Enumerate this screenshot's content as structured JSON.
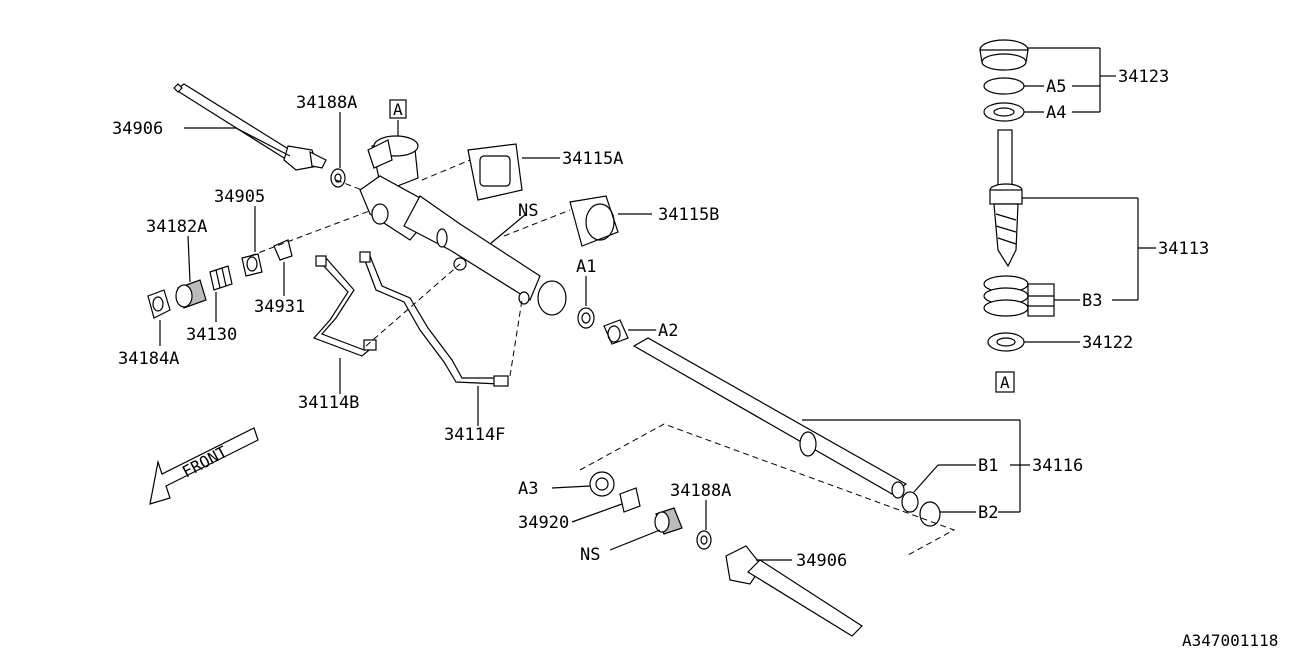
{
  "diagram_code": "A347001118",
  "front_label": "FRONT",
  "view_marker": "A",
  "labels": {
    "p34906_top": "34906",
    "p34188A_top": "34188A",
    "p34115A": "34115A",
    "p34115B": "34115B",
    "ns_top": "NS",
    "p34905": "34905",
    "p34182A": "34182A",
    "p34931": "34931",
    "p34130": "34130",
    "p34184A": "34184A",
    "p34114B": "34114B",
    "p34114F": "34114F",
    "a1": "A1",
    "a2": "A2",
    "a3": "A3",
    "p34920": "34920",
    "ns_bottom": "NS",
    "p34188A_bottom": "34188A",
    "p34906_bottom": "34906",
    "b1": "B1",
    "b2": "B2",
    "p34116": "34116",
    "p34123": "34123",
    "a5": "A5",
    "a4": "A4",
    "p34113": "34113",
    "b3": "B3",
    "p34122": "34122"
  }
}
